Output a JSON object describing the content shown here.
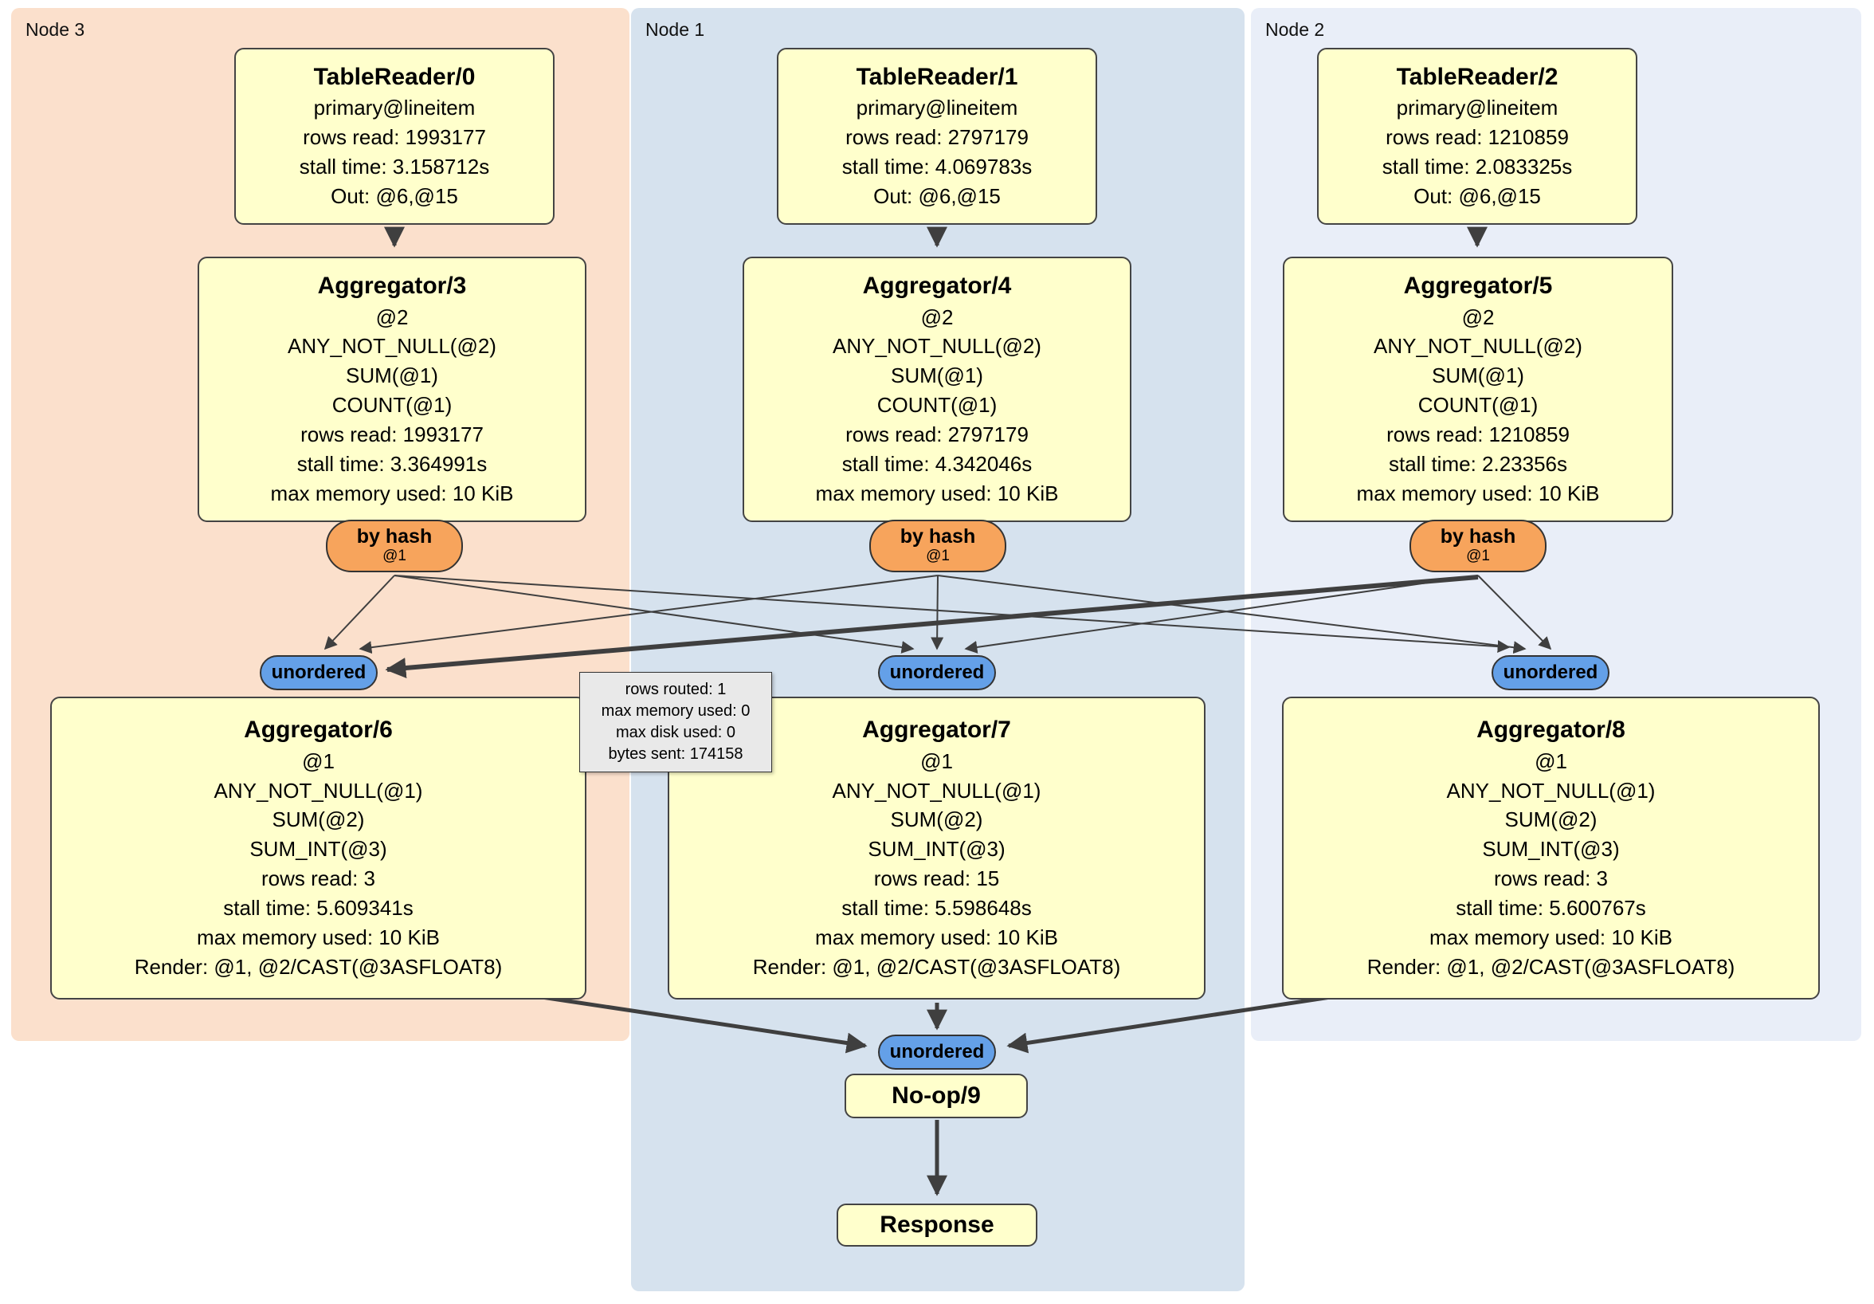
{
  "nodes": [
    {
      "label": "Node 3",
      "tablereader": {
        "title": "TableReader/0",
        "lines": [
          "primary@lineitem",
          "rows read: 1993177",
          "stall time: 3.158712s",
          "Out: @6,@15"
        ]
      },
      "aggregator_top": {
        "title": "Aggregator/3",
        "lines": [
          "@2",
          "ANY_NOT_NULL(@2)",
          "SUM(@1)",
          "COUNT(@1)",
          "rows read: 1993177",
          "stall time: 3.364991s",
          "max memory used: 10 KiB"
        ]
      },
      "router": {
        "label": "by hash",
        "sub": "@1"
      },
      "stream": {
        "label": "unordered"
      },
      "aggregator_bottom": {
        "title": "Aggregator/6",
        "lines": [
          "@1",
          "ANY_NOT_NULL(@1)",
          "SUM(@2)",
          "SUM_INT(@3)",
          "rows read: 3",
          "stall time: 5.609341s",
          "max memory used: 10 KiB",
          "Render: @1, @2/CAST(@3ASFLOAT8)"
        ]
      }
    },
    {
      "label": "Node 1",
      "tablereader": {
        "title": "TableReader/1",
        "lines": [
          "primary@lineitem",
          "rows read: 2797179",
          "stall time: 4.069783s",
          "Out: @6,@15"
        ]
      },
      "aggregator_top": {
        "title": "Aggregator/4",
        "lines": [
          "@2",
          "ANY_NOT_NULL(@2)",
          "SUM(@1)",
          "COUNT(@1)",
          "rows read: 2797179",
          "stall time: 4.342046s",
          "max memory used: 10 KiB"
        ]
      },
      "router": {
        "label": "by hash",
        "sub": "@1"
      },
      "stream": {
        "label": "unordered"
      },
      "aggregator_bottom": {
        "title": "Aggregator/7",
        "lines": [
          "@1",
          "ANY_NOT_NULL(@1)",
          "SUM(@2)",
          "SUM_INT(@3)",
          "rows read: 15",
          "stall time: 5.598648s",
          "max memory used: 10 KiB",
          "Render: @1, @2/CAST(@3ASFLOAT8)"
        ]
      }
    },
    {
      "label": "Node 2",
      "tablereader": {
        "title": "TableReader/2",
        "lines": [
          "primary@lineitem",
          "rows read: 1210859",
          "stall time: 2.083325s",
          "Out: @6,@15"
        ]
      },
      "aggregator_top": {
        "title": "Aggregator/5",
        "lines": [
          "@2",
          "ANY_NOT_NULL(@2)",
          "SUM(@1)",
          "COUNT(@1)",
          "rows read: 1210859",
          "stall time: 2.23356s",
          "max memory used: 10 KiB"
        ]
      },
      "router": {
        "label": "by hash",
        "sub": "@1"
      },
      "stream": {
        "label": "unordered"
      },
      "aggregator_bottom": {
        "title": "Aggregator/8",
        "lines": [
          "@1",
          "ANY_NOT_NULL(@1)",
          "SUM(@2)",
          "SUM_INT(@3)",
          "rows read: 3",
          "stall time: 5.600767s",
          "max memory used: 10 KiB",
          "Render: @1, @2/CAST(@3ASFLOAT8)"
        ]
      }
    }
  ],
  "tooltip": {
    "lines": [
      "rows routed: 1",
      "max memory used: 0",
      "max disk used: 0",
      "bytes sent: 174158"
    ]
  },
  "sink": {
    "stream_label": "unordered",
    "noop_title": "No-op/9",
    "response_title": "Response"
  },
  "colors": {
    "node3_bg": "#fbe0cc",
    "node1_bg": "#d6e2ee",
    "node2_bg": "#e9eef8",
    "box_bg": "#ffffcc",
    "router_bg": "#f7a45c",
    "stream_bg": "#64a0e8",
    "edge": "#3f3f3f"
  }
}
